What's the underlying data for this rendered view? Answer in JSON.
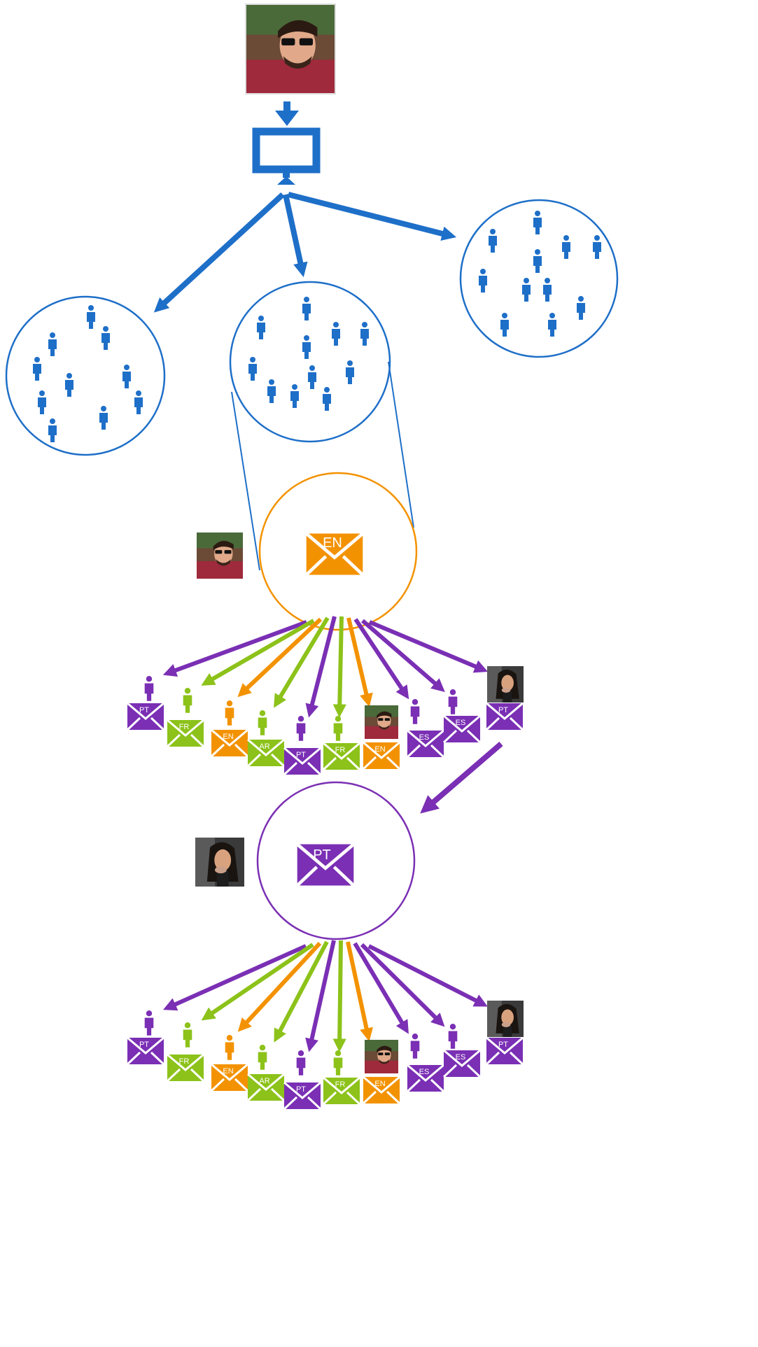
{
  "colors": {
    "blue": "#1e6fc8",
    "orange": "#f39200",
    "green": "#8cc21a",
    "purple": "#7a2fb4",
    "white": "#ffffff"
  },
  "icons": {
    "user": "person-icon",
    "monitor": "monitor-icon",
    "message": "envelope-icon",
    "author_photo": "man-with-sunglasses-photo",
    "reader_photo": "woman-photo"
  },
  "hub_en": {
    "label": "EN"
  },
  "hub_pt": {
    "label": "PT"
  },
  "row1": {
    "items": [
      {
        "lang": "PT",
        "color": "purple"
      },
      {
        "lang": "FR",
        "color": "green"
      },
      {
        "lang": "EN",
        "color": "orange"
      },
      {
        "lang": "AR",
        "color": "green"
      },
      {
        "lang": "PT",
        "color": "purple"
      },
      {
        "lang": "FR",
        "color": "green"
      },
      {
        "lang": "EN",
        "color": "orange"
      },
      {
        "lang": "ES",
        "color": "purple"
      },
      {
        "lang": "ES",
        "color": "purple"
      },
      {
        "lang": "PT",
        "color": "purple"
      }
    ]
  },
  "row2": {
    "items": [
      {
        "lang": "PT",
        "color": "purple"
      },
      {
        "lang": "FR",
        "color": "green"
      },
      {
        "lang": "EN",
        "color": "orange"
      },
      {
        "lang": "AR",
        "color": "green"
      },
      {
        "lang": "PT",
        "color": "purple"
      },
      {
        "lang": "FR",
        "color": "green"
      },
      {
        "lang": "EN",
        "color": "orange"
      },
      {
        "lang": "ES",
        "color": "purple"
      },
      {
        "lang": "ES",
        "color": "purple"
      },
      {
        "lang": "PT",
        "color": "purple"
      }
    ]
  }
}
